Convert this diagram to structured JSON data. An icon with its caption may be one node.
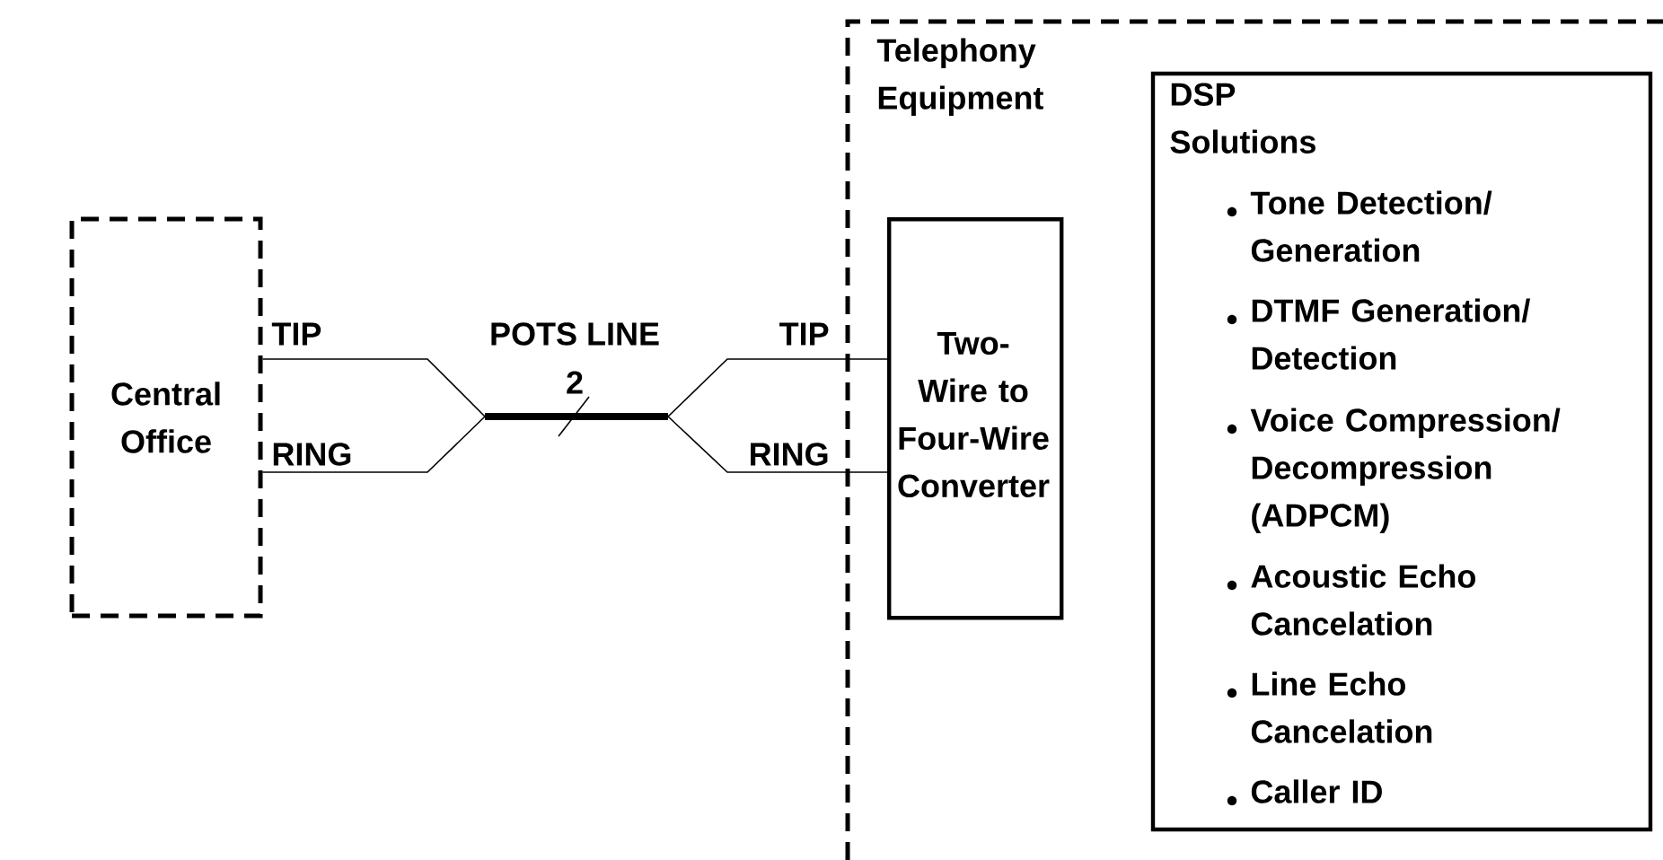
{
  "diagram": {
    "nodes": [
      {
        "text": [
          "Central Office"
        ]
      },
      {
        "text": [
          "Telephony Equipment"
        ]
      },
      {
        "text": [
          "Two-Wire to Four-Wire Converter"
        ],
        "in": 1
      },
      {
        "text": [
          "DSP Solutions",
          "Tone Detection/ Generation",
          "DTMF Generation/ Detection",
          "Voice Compression/ Decompression (ADPCM)",
          "Acoustic Echo Cancelation",
          "Line Echo Cancelation",
          "Caller ID"
        ],
        "in": 1
      }
    ],
    "edges": [
      {
        "from": 0,
        "to": 2,
        "arrow": "none"
      },
      {
        "from": 0,
        "to": 2,
        "arrow": "none"
      }
    ],
    "labels": [
      "TIP",
      "POTS LINE",
      "TIP",
      "2",
      "RING",
      "RING"
    ]
  }
}
